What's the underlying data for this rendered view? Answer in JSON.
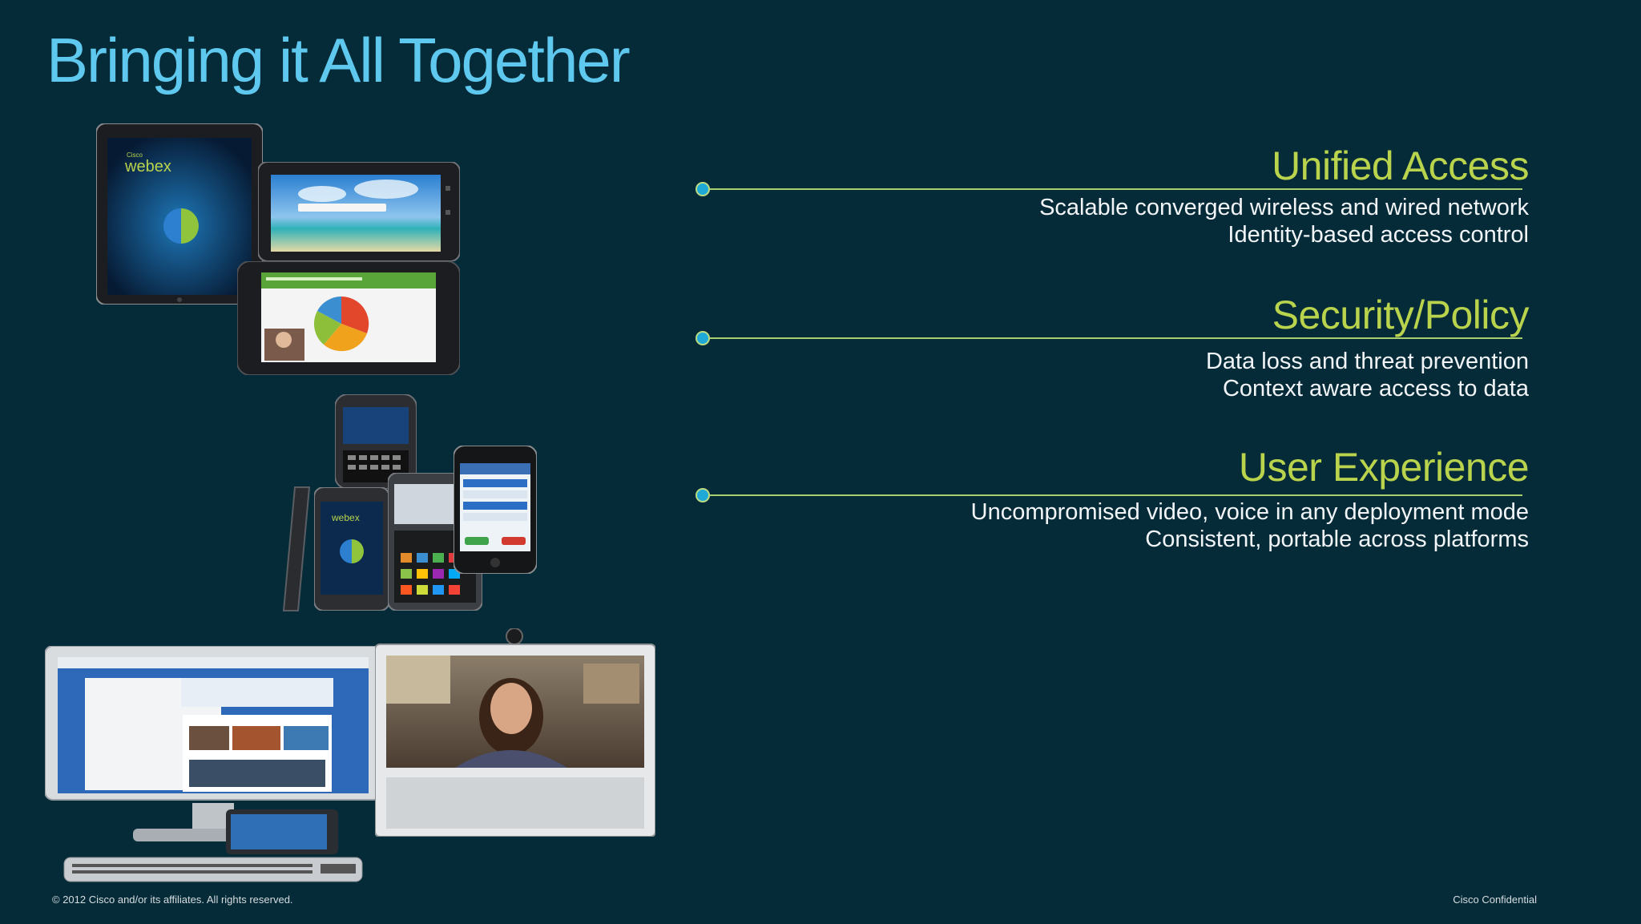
{
  "slide": {
    "title": "Bringing it All Together"
  },
  "features": [
    {
      "heading": "Unified Access",
      "lines": [
        "Scalable converged wireless and wired network",
        "Identity-based access control"
      ]
    },
    {
      "heading": "Security/Policy",
      "lines": [
        "Data loss and threat prevention",
        "Context aware access to data"
      ]
    },
    {
      "heading": "User Experience",
      "lines": [
        "Uncompromised video, voice in any deployment mode",
        "Consistent, portable across platforms"
      ]
    }
  ],
  "devices": {
    "tablet_brand_small": "Cisco",
    "tablet_brand": "webex",
    "phone_brand": "webex"
  },
  "footer": {
    "copyright": "© 2012 Cisco and/or its affiliates. All rights reserved.",
    "confidential": "Cisco Confidential"
  },
  "colors": {
    "background": "#052b38",
    "title": "#5fc8ee",
    "heading": "#b9d34c",
    "line": "#a9cf6a",
    "dot": "#1fa9d6",
    "text": "#f2f5f7"
  }
}
